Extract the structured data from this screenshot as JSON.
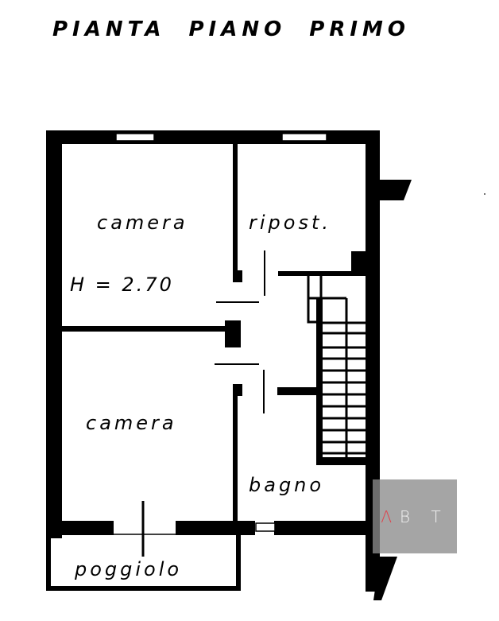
{
  "title": "PIANTA PIANO PRIMO",
  "rooms": [
    {
      "id": "camera-1",
      "label": "camera"
    },
    {
      "id": "ripostiglio",
      "label": "ripost."
    },
    {
      "id": "camera-2",
      "label": "camera"
    },
    {
      "id": "bagno",
      "label": "bagno"
    },
    {
      "id": "poggiolo",
      "label": "poggiolo"
    }
  ],
  "annotations": {
    "ceiling_height": "H = 2.70"
  },
  "watermark": {
    "letter_a": "Λ",
    "letters": "B T",
    "accent_color": "#e0404a",
    "background": "#8c8c8c"
  }
}
